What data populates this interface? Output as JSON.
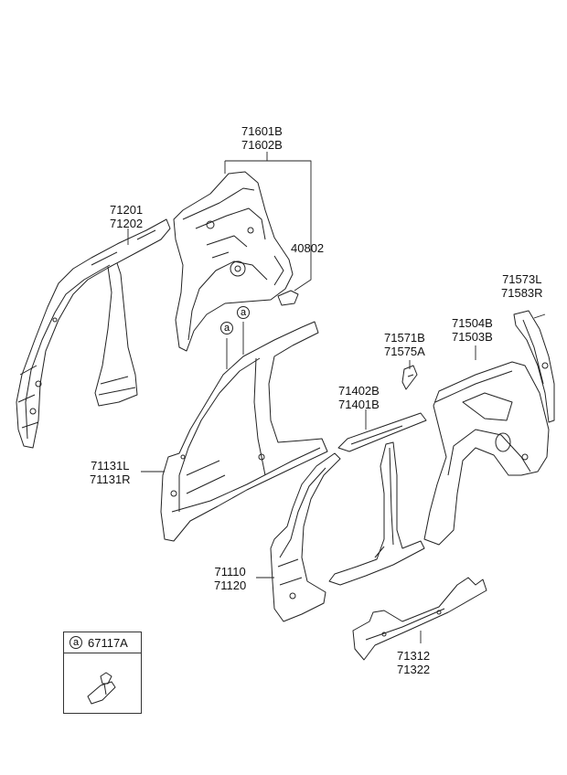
{
  "callouts": {
    "c_716": {
      "line1": "71601B",
      "line2": "71602B"
    },
    "c_712": {
      "line1": "71201",
      "line2": "71202"
    },
    "c_408": {
      "line1": "40802"
    },
    "c_715a": {
      "line1": "71573L",
      "line2": "71583R"
    },
    "c_715b": {
      "line1": "71504B",
      "line2": "71503B"
    },
    "c_7157": {
      "line1": "71571B",
      "line2": "71575A"
    },
    "c_714": {
      "line1": "71402B",
      "line2": "71401B"
    },
    "c_7113": {
      "line1": "71131L",
      "line2": "71131R"
    },
    "c_711": {
      "line1": "71110",
      "line2": "71120"
    },
    "c_713": {
      "line1": "71312",
      "line2": "71322"
    }
  },
  "markers": {
    "a1": "a",
    "a2": "a"
  },
  "legend": {
    "tag": "a",
    "part": "67117A"
  }
}
